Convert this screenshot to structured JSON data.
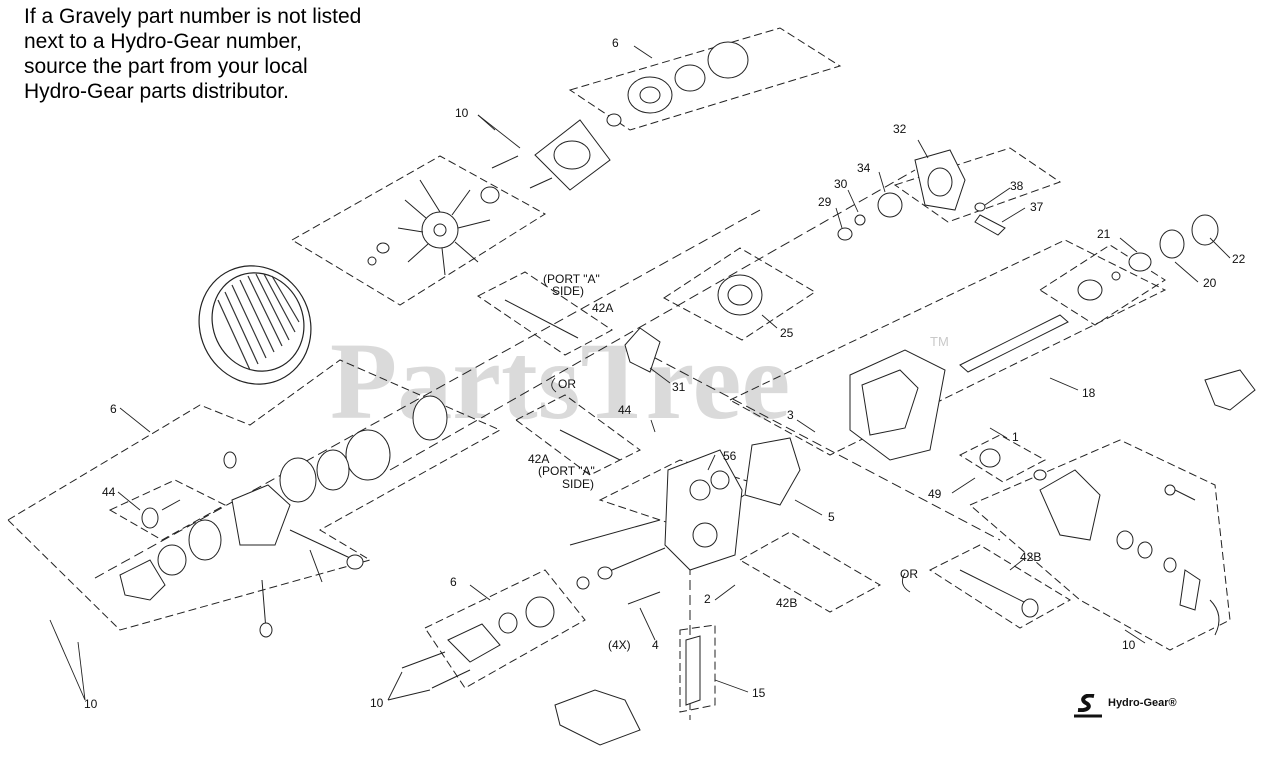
{
  "note": {
    "lines": [
      "If a Gravely part number is not listed",
      "next to a Hydro-Gear number,",
      "source the part from your local",
      "Hydro-Gear parts distributor."
    ]
  },
  "watermark": {
    "text": "PartsTree",
    "tm": "TM"
  },
  "brand": {
    "name": "Hydro-Gear®"
  },
  "labels": {
    "l6_top": "6",
    "l10_top": "10",
    "l32": "32",
    "l34": "34",
    "l30": "30",
    "l29": "29",
    "l38": "38",
    "l37": "37",
    "l21": "21",
    "l22": "22",
    "l20": "20",
    "l42a_top_1": "(PORT \"A\"",
    "l42a_top_2": "SIDE)",
    "l42a_top_3": "42A",
    "l25": "25",
    "l31": "31",
    "l_or_1": "OR",
    "l18": "18",
    "l6_left": "6",
    "l44_mid": "44",
    "l42a_mid_1": "42A",
    "l42a_mid_2": "(PORT \"A\"",
    "l42a_mid_3": "SIDE)",
    "l56": "56",
    "l3": "3",
    "l1": "1",
    "l5": "5",
    "l49": "49",
    "l44_left": "44",
    "l6_bottom": "6",
    "l2": "2",
    "l42b_mid": "42B",
    "l42b_right": "42B",
    "l_or_2": "OR",
    "l4x": "(4X)",
    "l4": "4",
    "l10_right": "10",
    "l15": "15",
    "l10_bottom": "10",
    "l10_left": "10"
  }
}
